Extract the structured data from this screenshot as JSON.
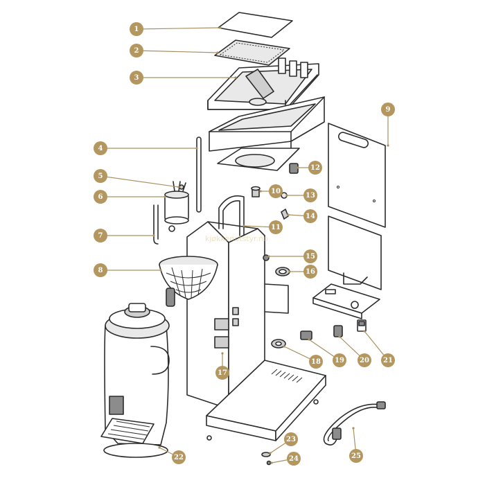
{
  "diagram": {
    "watermark": "kjøkkenutstyr.no",
    "parts": [
      {
        "id": 1,
        "label": "1"
      },
      {
        "id": 2,
        "label": "2"
      },
      {
        "id": 3,
        "label": "3"
      },
      {
        "id": 4,
        "label": "4"
      },
      {
        "id": 5,
        "label": "5"
      },
      {
        "id": 6,
        "label": "6"
      },
      {
        "id": 7,
        "label": "7"
      },
      {
        "id": 8,
        "label": "8"
      },
      {
        "id": 9,
        "label": "9"
      },
      {
        "id": 10,
        "label": "10"
      },
      {
        "id": 11,
        "label": "11"
      },
      {
        "id": 12,
        "label": "12"
      },
      {
        "id": 13,
        "label": "13"
      },
      {
        "id": 14,
        "label": "14"
      },
      {
        "id": 15,
        "label": "15"
      },
      {
        "id": 16,
        "label": "16"
      },
      {
        "id": 17,
        "label": "17"
      },
      {
        "id": 18,
        "label": "18"
      },
      {
        "id": 19,
        "label": "19"
      },
      {
        "id": 20,
        "label": "20"
      },
      {
        "id": 21,
        "label": "21"
      },
      {
        "id": 22,
        "label": "22"
      },
      {
        "id": 23,
        "label": "23"
      },
      {
        "id": 24,
        "label": "24"
      },
      {
        "id": 25,
        "label": "25"
      }
    ],
    "colors": {
      "badge": "#b4975e",
      "leader": "#a89060",
      "stroke": "#2b2b2b"
    }
  }
}
